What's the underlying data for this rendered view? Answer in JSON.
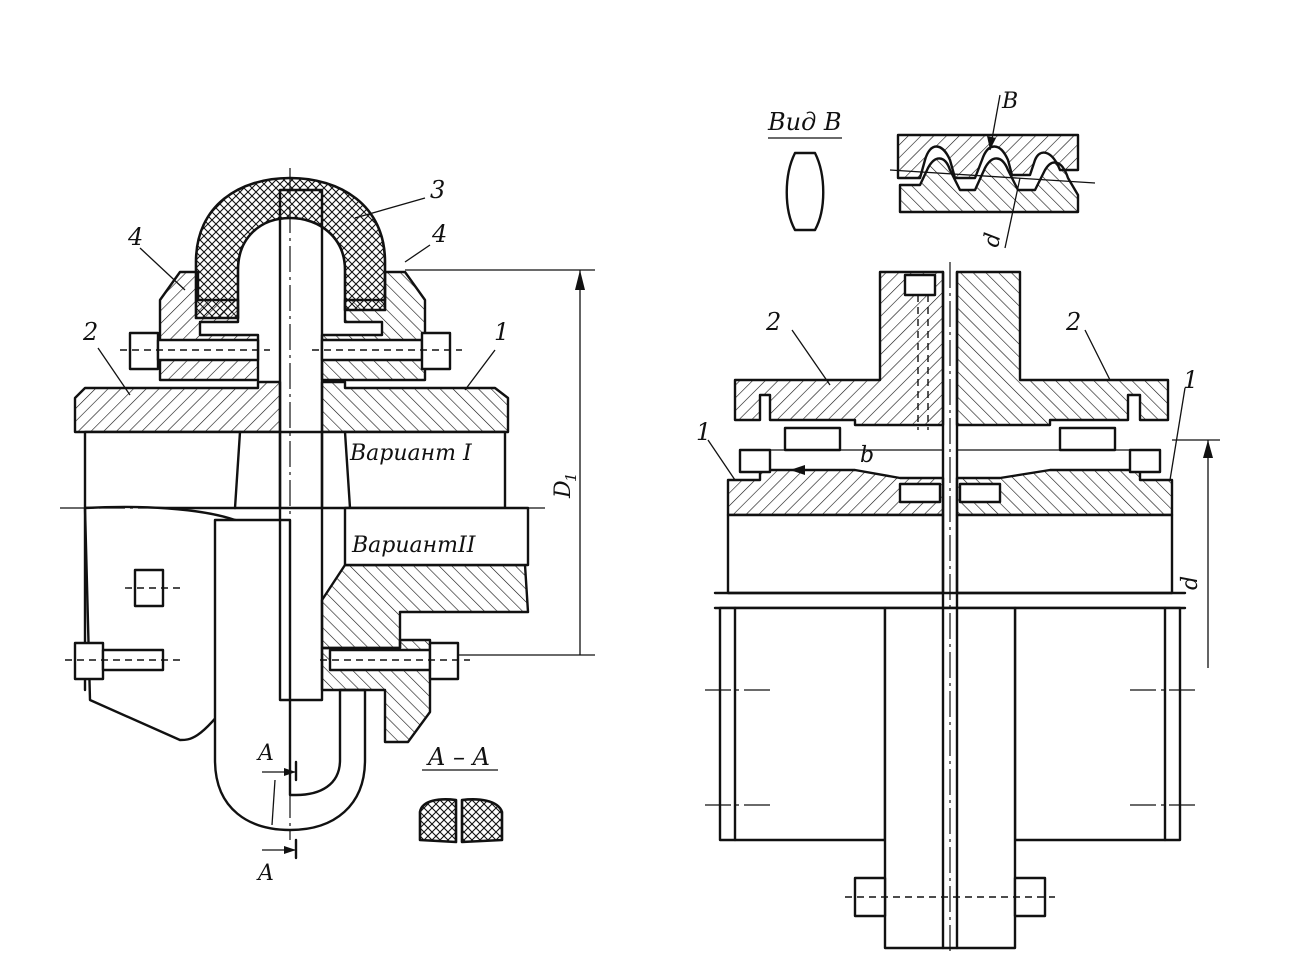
{
  "left_view": {
    "part_labels": {
      "label_3": "3",
      "label_4_left": "4",
      "label_4_right": "4",
      "label_2": "2",
      "label_1": "1"
    },
    "variant_1": "Вариант I",
    "variant_2": "ВариантII",
    "dimension_D1": "D",
    "dimension_D1_sub": "1",
    "section_marker_top": "A",
    "section_marker_bottom": "A",
    "section_title": "A – A"
  },
  "right_view": {
    "view_title": "Вид B",
    "view_marker": "B",
    "pitch_d_small": "d",
    "part_labels": {
      "label_2_left": "2",
      "label_2_right": "2",
      "label_1_left": "1",
      "label_1_right": "1"
    },
    "dimension_b": "b",
    "dimension_d": "d"
  }
}
